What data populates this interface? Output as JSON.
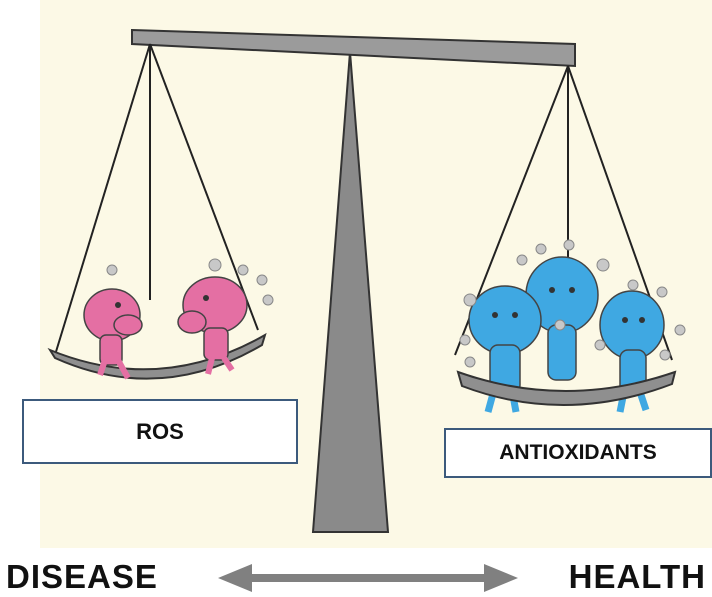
{
  "diagram": {
    "left_pan_label": "ROS",
    "right_pan_label": "ANTIOXIDANTS",
    "left_pole_label": "DISEASE",
    "right_pole_label": "HEALTH"
  },
  "colors": {
    "background_panel": "#fcf9e6",
    "beam": "#8a8a8a",
    "ros_character": "#e46fa3",
    "antioxidant_character": "#3fa8e2",
    "arrow": "#808080",
    "box_border": "#3c5a7c"
  }
}
